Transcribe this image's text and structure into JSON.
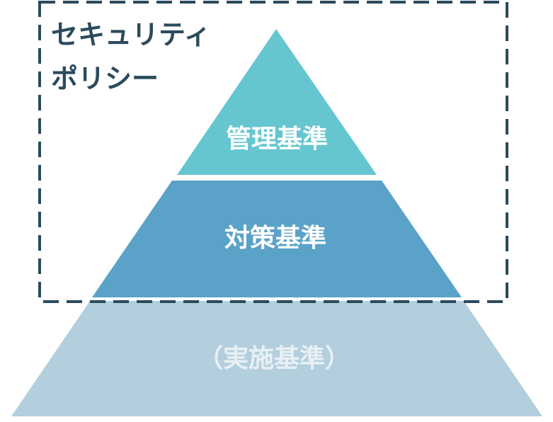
{
  "policy_group": {
    "label_line1": "セキュリティ",
    "label_line2": "ポリシー"
  },
  "tiers": [
    {
      "label": "管理基準",
      "color": "#66c6d0",
      "text_color": "#ffffff"
    },
    {
      "label": "対策基準",
      "color": "#5aa2c8",
      "text_color": "#ffffff"
    },
    {
      "label": "（実施基準）",
      "color": "#b3cedd",
      "text_color": "#e8f0f5"
    }
  ],
  "colors": {
    "dash_border": "#2b4a5c",
    "background": "#ffffff"
  }
}
